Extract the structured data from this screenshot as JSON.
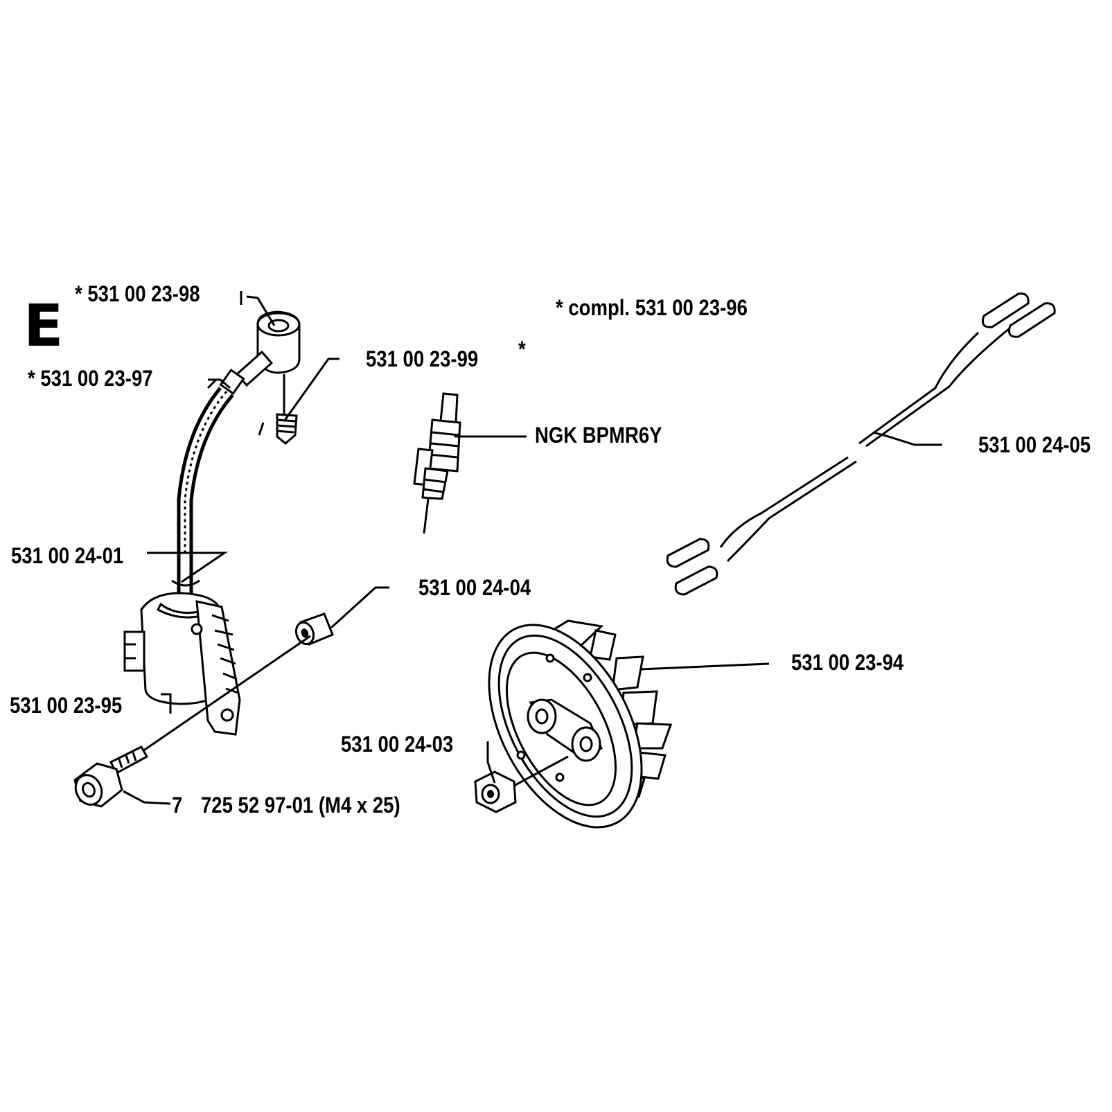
{
  "section_letter": "E",
  "labels": {
    "cap_kit": "* 531 00 23-98",
    "complete_set": "*  compl. 531 00 23-96",
    "boot": "*  531 00 23-97",
    "spring": "531 00 23-99",
    "spring_star": "*",
    "spark_plug": "NGK BPMR6Y",
    "cable": "531 00 24-05",
    "ignition_lead": "531 00 24-01",
    "spacer": "531 00 24-04",
    "ignition_module": "531 00 23-95",
    "flywheel": "531 00 23-94",
    "nut": "531 00 24-03",
    "screw_qty": "7",
    "screw": "725 52 97-01 (M4 x 25)"
  }
}
